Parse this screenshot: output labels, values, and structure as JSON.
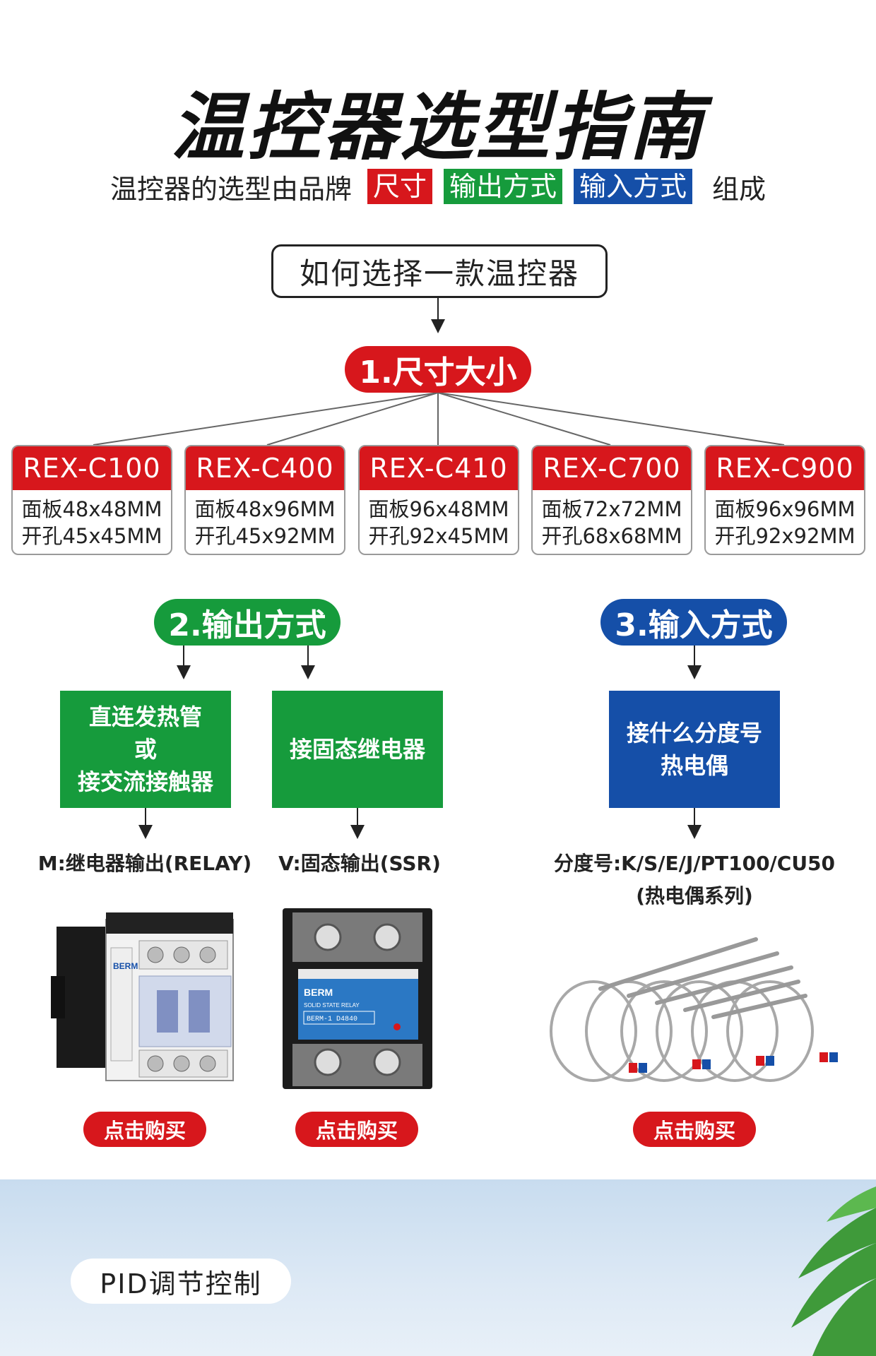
{
  "header": {
    "title": "温控器选型指南",
    "subtitle_prefix": "温控器的选型由品牌",
    "tags": [
      "尺寸",
      "输出方式",
      "输入方式"
    ],
    "subtitle_suffix": "组成"
  },
  "how_box": "如何选择一款温控器",
  "step1": {
    "label": "1.尺寸大小",
    "models": [
      {
        "name": "REX-C100",
        "panel": "面板48x48MM",
        "hole": "开孔45x45MM"
      },
      {
        "name": "REX-C400",
        "panel": "面板48x96MM",
        "hole": "开孔45x92MM"
      },
      {
        "name": "REX-C410",
        "panel": "面板96x48MM",
        "hole": "开孔92x45MM"
      },
      {
        "name": "REX-C700",
        "panel": "面板72x72MM",
        "hole": "开孔68x68MM"
      },
      {
        "name": "REX-C900",
        "panel": "面板96x96MM",
        "hole": "开孔92x92MM"
      }
    ]
  },
  "step2": {
    "label": "2.输出方式",
    "relay_box": [
      "直连发热管",
      "或",
      "接交流接触器"
    ],
    "ssr_box": "接固态继电器",
    "relay_label": "M:继电器输出(RELAY)",
    "ssr_label": "V:固态输出(SSR)"
  },
  "step3": {
    "label": "3.输入方式",
    "box": [
      "接什么分度号",
      "热电偶"
    ],
    "label_line1": "分度号:K/S/E/J/PT100/CU50",
    "label_line2": "(热电偶系列)"
  },
  "products": {
    "contactor_brand": "BERM",
    "ssr_brand": "BERM",
    "ssr_line1": "SOLID STATE RELAY",
    "ssr_model": "BERM-1 D4840"
  },
  "buy_label": "点击购买",
  "bottom": {
    "pid_label": "PID调节控制"
  },
  "colors": {
    "red": "#d7171c",
    "green": "#169b3c",
    "blue": "#154fa8"
  }
}
